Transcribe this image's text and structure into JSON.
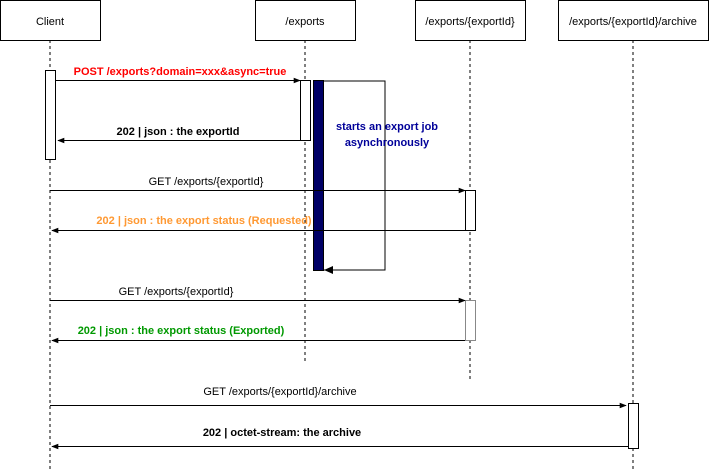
{
  "diagram": {
    "type": "sequence",
    "participants": [
      {
        "id": "client",
        "label": "Client"
      },
      {
        "id": "exports",
        "label": "/exports"
      },
      {
        "id": "export_id",
        "label": "/exports/{exportId}"
      },
      {
        "id": "archive",
        "label": "/exports/{exportId}/archive"
      }
    ],
    "messages": [
      {
        "from": "client",
        "to": "exports",
        "label": "POST /exports?domain=xxx&async=true",
        "color": "#ff0000",
        "bold": true
      },
      {
        "from": "exports",
        "to": "client",
        "label": "202 | json : the exportId",
        "color": "#000000",
        "bold": true
      },
      {
        "from": "client",
        "to": "export_id",
        "label": "GET /exports/{exportId}",
        "color": "#000000",
        "bold": false
      },
      {
        "from": "export_id",
        "to": "client",
        "label": "202 | json : the export status (Requested)",
        "color": "#ff9933",
        "bold": true
      },
      {
        "from": "client",
        "to": "export_id",
        "label": "GET /exports/{exportId}",
        "color": "#000000",
        "bold": false
      },
      {
        "from": "export_id",
        "to": "client",
        "label": "202 | json : the export status (Exported)",
        "color": "#009900",
        "bold": true
      },
      {
        "from": "client",
        "to": "archive",
        "label": "GET /exports/{exportId}/archive",
        "color": "#000000",
        "bold": false
      },
      {
        "from": "archive",
        "to": "client",
        "label": "202 | octet-stream: the archive",
        "color": "#000000",
        "bold": true
      }
    ],
    "self_call": {
      "participant": "exports",
      "note_lines": [
        "starts an export job",
        "asynchronously"
      ],
      "note_color": "#000099",
      "activation_color": "#000066"
    }
  }
}
